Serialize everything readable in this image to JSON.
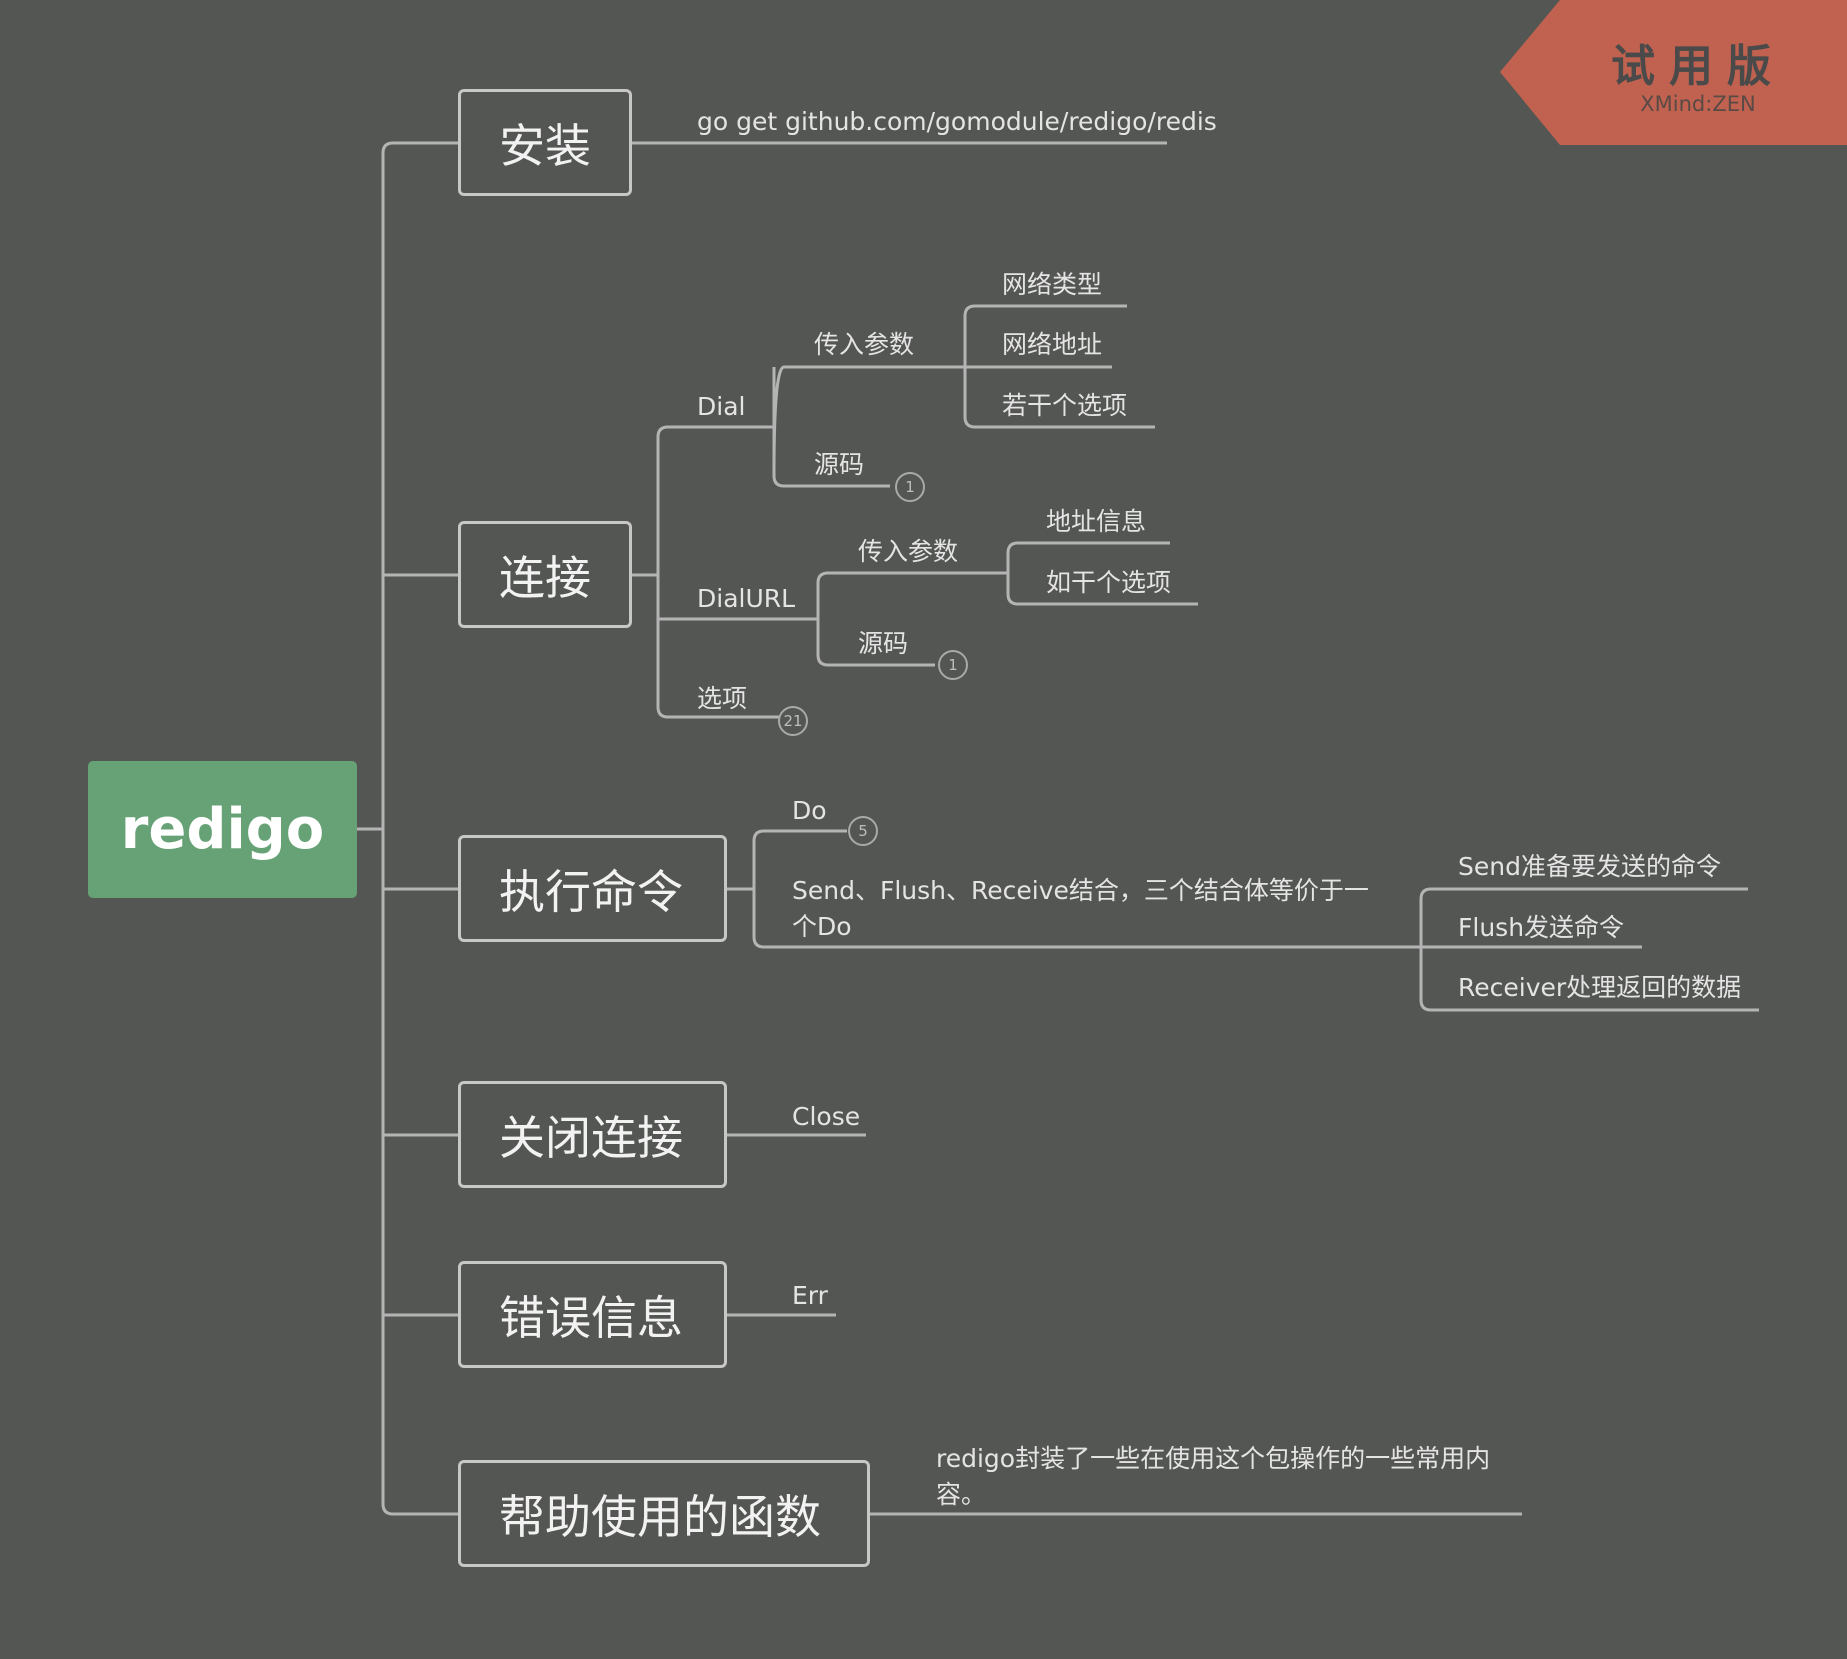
{
  "root": "redigo",
  "watermark": {
    "title": "试用版",
    "subtitle": "XMind:ZEN",
    "color": "#c0624f"
  },
  "colors": {
    "background": "#545653",
    "root": "#66a276",
    "line": "#b4b4b4"
  },
  "branches": {
    "install": {
      "label": "安装",
      "cmd": "go get github.com/gomodule/redigo/redis"
    },
    "connect": {
      "label": "连接",
      "dial": {
        "label": "Dial",
        "params": {
          "label": "传入参数",
          "items": [
            "网络类型",
            "网络地址",
            "若干个选项"
          ]
        },
        "source": {
          "label": "源码",
          "count": "1"
        }
      },
      "dialurl": {
        "label": "DialURL",
        "params": {
          "label": "传入参数",
          "items": [
            "地址信息",
            "如干个选项"
          ]
        },
        "source": {
          "label": "源码",
          "count": "1"
        }
      },
      "options": {
        "label": "选项",
        "count": "21"
      }
    },
    "exec": {
      "label": "执行命令",
      "do": {
        "label": "Do",
        "count": "5"
      },
      "combo": {
        "label": "Send、Flush、Receive结合，三个结合体等价于一个Do",
        "items": [
          "Send准备要发送的命令",
          "Flush发送命令",
          "Receiver处理返回的数据"
        ]
      }
    },
    "close": {
      "label": "关闭连接",
      "child": "Close"
    },
    "error": {
      "label": "错误信息",
      "child": "Err"
    },
    "helpers": {
      "label": "帮助使用的函数",
      "child": "redigo封装了一些在使用这个包操作的一些常用内容。"
    }
  }
}
